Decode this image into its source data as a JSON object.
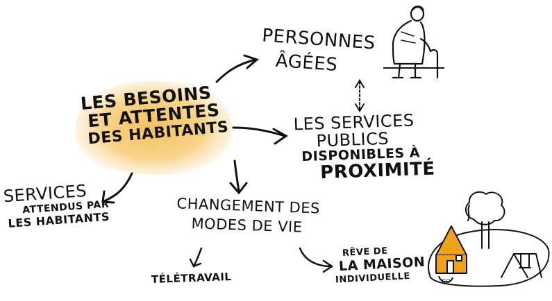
{
  "center": {
    "line1": "LES BESOINS",
    "line2": "ET ATTENTES",
    "line3": "DES HABITANTS"
  },
  "topic_elderly": {
    "line1": "PERSONNES",
    "line2": "ÂGÉES"
  },
  "topic_public_services": {
    "line1": "LES SERVICES",
    "line2": "PUBLICS",
    "line3": "DISPONIBLES À",
    "line4": "PROXIMITÉ"
  },
  "topic_expected_services": {
    "line1": "SERVICES",
    "line2": "ATTENDUS PAR",
    "line3": "LES HABITANTS"
  },
  "topic_lifestyle": {
    "line1": "CHANGEMENT DES",
    "line2": "MODES DE VIE"
  },
  "topic_remote_work": {
    "label": "TÉLÉTRAVAIL"
  },
  "topic_house": {
    "line1": "RÊVE DE",
    "line2": "LA MAISON",
    "line3": "INDIVIDUELLE"
  },
  "colors": {
    "highlight": "#f6c66a",
    "ink": "#111111",
    "house": "#f0a21c"
  },
  "icons": [
    "elderly-person-icon",
    "house-icon",
    "tree-icon",
    "swing-icon"
  ]
}
